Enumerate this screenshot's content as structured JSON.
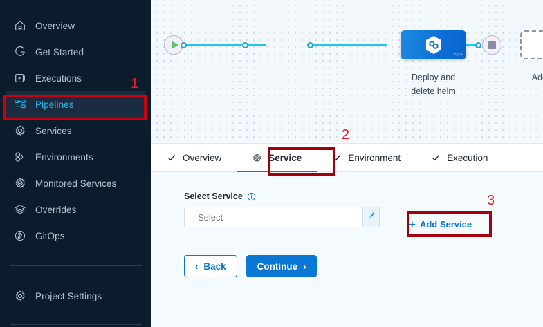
{
  "sidebar": {
    "items": [
      {
        "label": "Overview",
        "icon": "home-icon",
        "active": false
      },
      {
        "label": "Get Started",
        "icon": "rocket-icon",
        "active": false
      },
      {
        "label": "Executions",
        "icon": "play-box-icon",
        "active": false
      },
      {
        "label": "Pipelines",
        "icon": "pipeline-icon",
        "active": true
      },
      {
        "label": "Services",
        "icon": "gear-icon",
        "active": false
      },
      {
        "label": "Environments",
        "icon": "nodes-icon",
        "active": false
      },
      {
        "label": "Monitored Services",
        "icon": "gear-check-icon",
        "active": false
      },
      {
        "label": "Overrides",
        "icon": "layers-icon",
        "active": false
      },
      {
        "label": "GitOps",
        "icon": "gitops-icon",
        "active": false
      }
    ],
    "footer": {
      "label": "Project Settings",
      "icon": "gear-icon"
    },
    "active_color": "#24b8f0",
    "background": "#0b1c2d"
  },
  "canvas": {
    "start_node": "play-icon",
    "end_node": "stop-icon",
    "stage": {
      "label_line1": "Deploy and",
      "label_line2": "delete helm",
      "icon": "helm-hexagon-icon",
      "code_glyph": "</>"
    },
    "add_stage": {
      "label": "Add Stage",
      "icon": "plus-icon"
    }
  },
  "tabs": [
    {
      "label": "Overview",
      "icon": "check-icon",
      "active": false
    },
    {
      "label": "Service",
      "icon": "gear-icon",
      "active": true
    },
    {
      "label": "Environment",
      "icon": "check-icon",
      "active": false
    },
    {
      "label": "Execution",
      "icon": "check-icon",
      "active": false
    }
  ],
  "form": {
    "select_service_label": "Select Service",
    "info_icon": "info-icon",
    "select_value": "- Select -",
    "pin_icon": "pin-icon",
    "add_service_label": "Add Service",
    "add_service_plus": "+",
    "back_label": "Back",
    "back_chevron": "‹",
    "continue_label": "Continue",
    "continue_chevron": "›"
  },
  "annotations": [
    {
      "number": "1",
      "target": "sidebar-item-pipelines"
    },
    {
      "number": "2",
      "target": "tab-service"
    },
    {
      "number": "3",
      "target": "add-service-button"
    }
  ],
  "colors": {
    "accent_blue": "#0878d4",
    "sidebar_bg": "#0b1c2d",
    "annotation_red": "#a3000f",
    "annotation_number_red": "#f11b22"
  }
}
